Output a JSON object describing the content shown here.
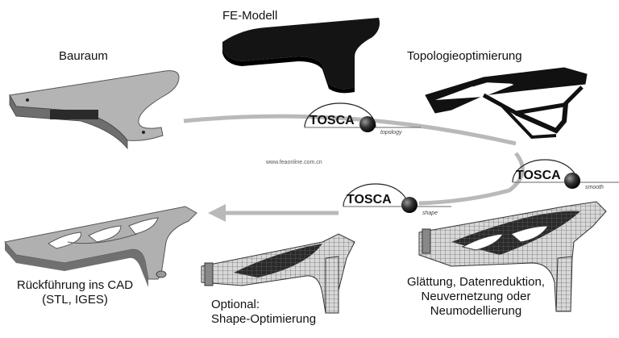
{
  "labels": {
    "bauraum": "Bauraum",
    "fe_modell": "FE-Modell",
    "topologie": "Topologieoptimierung",
    "rueckfuehrung_line1": "Rückführung ins CAD",
    "rueckfuehrung_line2": "(STL, IGES)",
    "optional_line1": "Optional:",
    "optional_line2": "Shape-Optimierung",
    "glaettung_line1": "Glättung, Datenreduktion,",
    "glaettung_line2": "Neuvernetzung oder",
    "glaettung_line3": "Neumodellierung"
  },
  "badges": [
    {
      "brand": "TOSCA",
      "sub": "topology"
    },
    {
      "brand": "TOSCA",
      "sub": "smooth"
    },
    {
      "brand": "TOSCA",
      "sub": "shape"
    }
  ],
  "watermark": "www.feaonline.com.cn",
  "colors": {
    "flow_arrow": "#b9b9b9",
    "part_fill": "#a8a8a8",
    "part_dark": "#1a1a1a",
    "badge_dark": "#222222"
  }
}
